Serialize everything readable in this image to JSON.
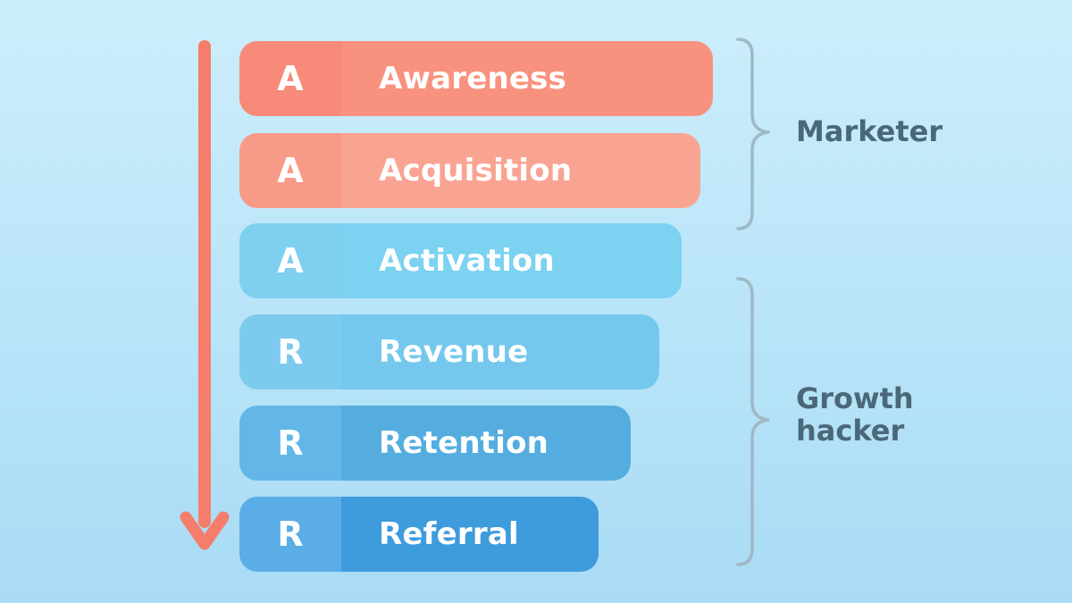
{
  "stages": [
    {
      "letter": "A",
      "label": "Awareness"
    },
    {
      "letter": "A",
      "label": "Acquisition"
    },
    {
      "letter": "A",
      "label": "Activation"
    },
    {
      "letter": "R",
      "label": "Revenue"
    },
    {
      "letter": "R",
      "label": "Retention"
    },
    {
      "letter": "R",
      "label": "Referral"
    }
  ],
  "groups": {
    "marketer": {
      "label": "Marketer"
    },
    "growth_hacker": {
      "label_line1": "Growth",
      "label_line2": "hacker"
    }
  },
  "colors": {
    "arrow": "#f47e6b",
    "brace": "#9fb8c6",
    "text_dark": "#4b6878"
  }
}
